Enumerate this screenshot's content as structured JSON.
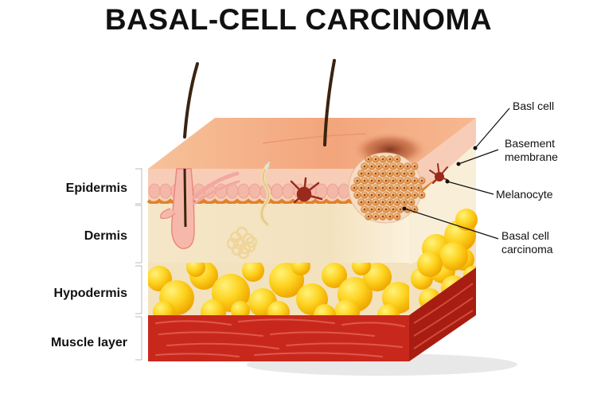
{
  "title": "BASAL-CELL CARCINOMA",
  "layers": {
    "epidermis": "Epidermis",
    "dermis": "Dermis",
    "hypodermis": "Hypodermis",
    "muscle": "Muscle layer"
  },
  "callouts": {
    "basal_cell": "Basl cell",
    "basement_membrane_1": "Basement",
    "basement_membrane_2": "membrane",
    "melanocyte": "Melanocyte",
    "carcinoma_1": "Basal cell",
    "carcinoma_2": "carcinoma"
  },
  "colors": {
    "surface": "#f6b98f",
    "epidermis": "#f6c6b0",
    "basement": "#e0822a",
    "dermis": "#f3e4c4",
    "fat": "#fdd21e",
    "muscle": "#c8281c",
    "tumor": "#f0a864",
    "melanocyte": "#9a2a1c",
    "hair": "#3a2410"
  }
}
